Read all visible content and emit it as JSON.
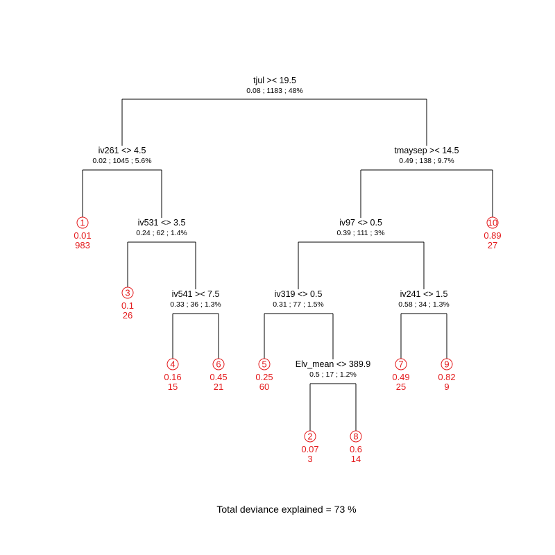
{
  "colors": {
    "edge": "#000000",
    "text": "#000000",
    "leaf": "#e41a1c"
  },
  "splits": [
    {
      "id": "root",
      "label": "tjul >< 19.5",
      "stats": "0.08 ; 1183 ; 48%"
    },
    {
      "id": "iv261",
      "label": "iv261 <> 4.5",
      "stats": "0.02 ; 1045 ; 5.6%"
    },
    {
      "id": "tmay",
      "label": "tmaysep >< 14.5",
      "stats": "0.49 ; 138 ; 9.7%"
    },
    {
      "id": "iv531",
      "label": "iv531 <> 3.5",
      "stats": "0.24 ; 62 ; 1.4%"
    },
    {
      "id": "iv97",
      "label": "iv97 <> 0.5",
      "stats": "0.39 ; 111 ; 3%"
    },
    {
      "id": "iv541",
      "label": "iv541 >< 7.5",
      "stats": "0.33 ; 36 ; 1.3%"
    },
    {
      "id": "iv319",
      "label": "iv319 <> 0.5",
      "stats": "0.31 ; 77 ; 1.5%"
    },
    {
      "id": "iv241",
      "label": "iv241 <> 1.5",
      "stats": "0.58 ; 34 ; 1.3%"
    },
    {
      "id": "elv",
      "label": "Elv_mean <> 389.9",
      "stats": "0.5 ; 17 ; 1.2%"
    }
  ],
  "leaves": [
    {
      "id": "1",
      "value": "0.01",
      "count": "983"
    },
    {
      "id": "3",
      "value": "0.1",
      "count": "26"
    },
    {
      "id": "4",
      "value": "0.16",
      "count": "15"
    },
    {
      "id": "6",
      "value": "0.45",
      "count": "21"
    },
    {
      "id": "5",
      "value": "0.25",
      "count": "60"
    },
    {
      "id": "7",
      "value": "0.49",
      "count": "25"
    },
    {
      "id": "9",
      "value": "0.82",
      "count": "9"
    },
    {
      "id": "10",
      "value": "0.89",
      "count": "27"
    },
    {
      "id": "2",
      "value": "0.07",
      "count": "3"
    },
    {
      "id": "8",
      "value": "0.6",
      "count": "14"
    }
  ],
  "edges": [
    [
      "root",
      "iv261"
    ],
    [
      "root",
      "tmay"
    ],
    [
      "iv261",
      "leaf-1"
    ],
    [
      "iv261",
      "iv531"
    ],
    [
      "iv531",
      "leaf-3"
    ],
    [
      "iv531",
      "iv541"
    ],
    [
      "iv541",
      "leaf-4"
    ],
    [
      "iv541",
      "leaf-6"
    ],
    [
      "tmay",
      "iv97"
    ],
    [
      "tmay",
      "leaf-10"
    ],
    [
      "iv97",
      "iv319"
    ],
    [
      "iv97",
      "iv241"
    ],
    [
      "iv319",
      "leaf-5"
    ],
    [
      "iv319",
      "elv"
    ],
    [
      "elv",
      "leaf-2"
    ],
    [
      "elv",
      "leaf-8"
    ],
    [
      "iv241",
      "leaf-7"
    ],
    [
      "iv241",
      "leaf-9"
    ]
  ],
  "footer": "Total deviance explained = 73 %"
}
